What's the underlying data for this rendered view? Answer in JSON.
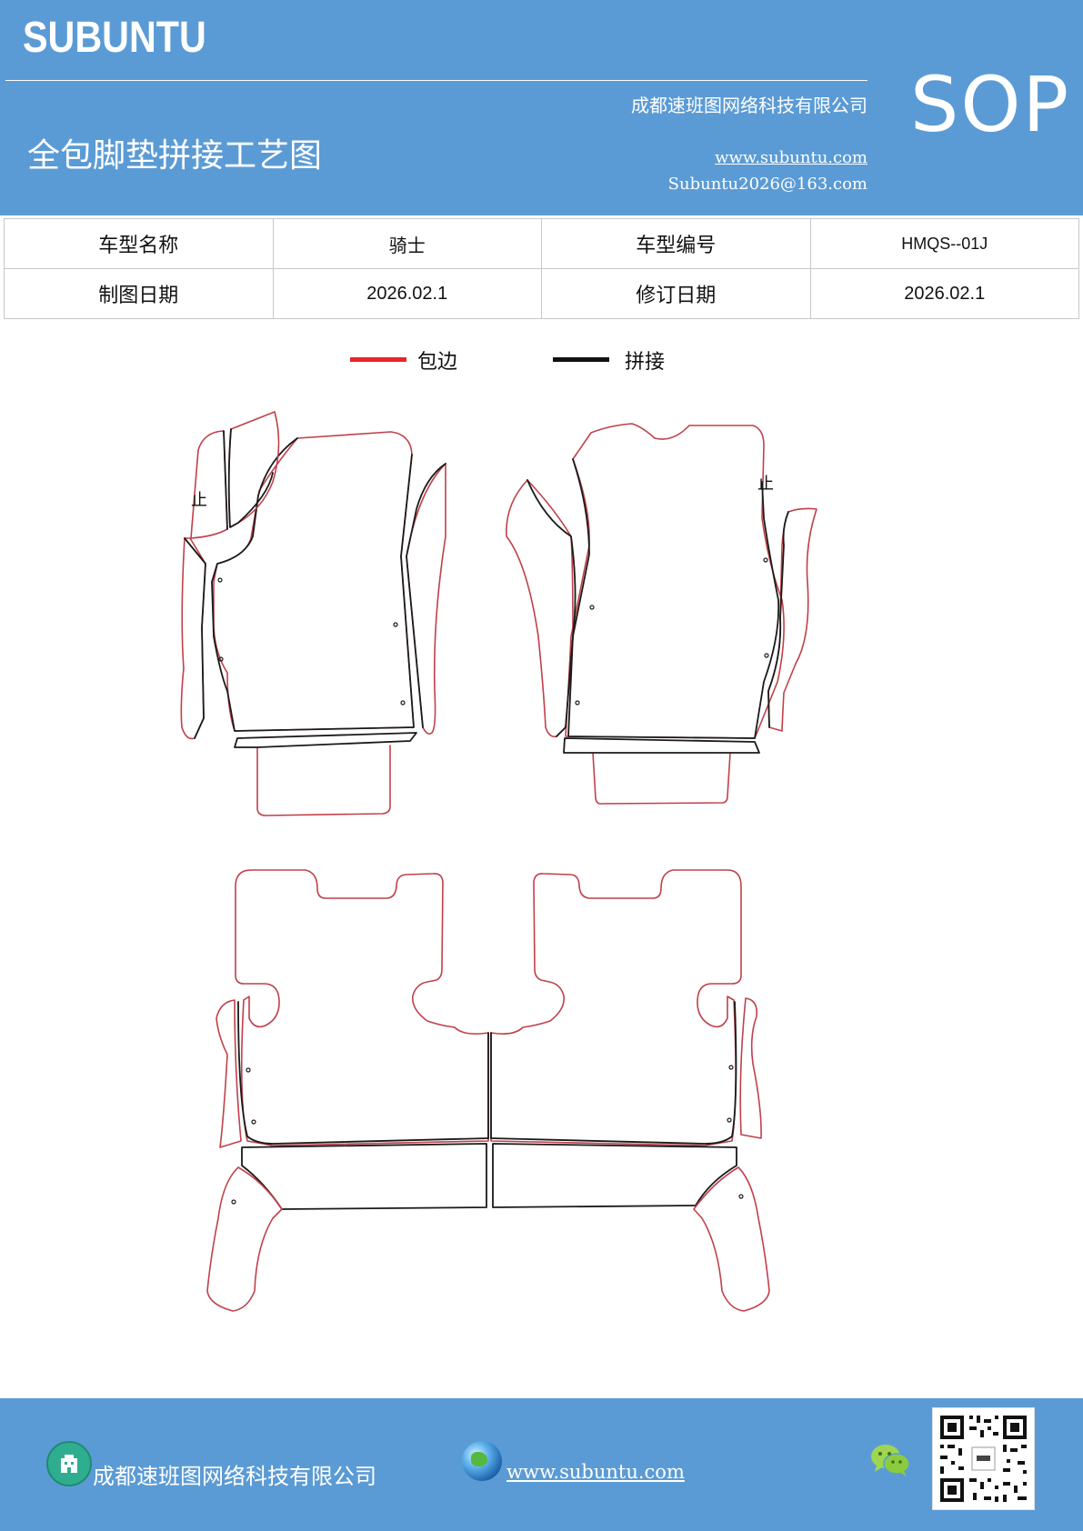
{
  "header": {
    "brand": "SUBUNTU",
    "company": "成都速班图网络科技有限公司",
    "title": "全包脚垫拼接工艺图",
    "website": "www.subuntu.com",
    "email": "Subuntu2026@163.com",
    "badge": "SOP"
  },
  "info_table": {
    "model_name_label": "车型名称",
    "model_name_value": "骑士",
    "model_code_label": "车型编号",
    "model_code_value": "HMQS--01J",
    "draw_date_label": "制图日期",
    "draw_date_value": "2026.02.1",
    "revise_date_label": "修订日期",
    "revise_date_value": "2026.02.1"
  },
  "legend": {
    "items": [
      {
        "label": "包边",
        "color": "#e8262a"
      },
      {
        "label": "拼接",
        "color": "#111111"
      }
    ]
  },
  "drawing": {
    "marks": [
      "止",
      "止"
    ],
    "edge_color": "#c0404a",
    "seam_color": "#1a1a1a"
  },
  "footer": {
    "company": "成都速班图网络科技有限公司",
    "website": "www.subuntu.com",
    "icons": [
      "company-icon",
      "globe-icon",
      "wechat-icon",
      "qr-code"
    ]
  }
}
